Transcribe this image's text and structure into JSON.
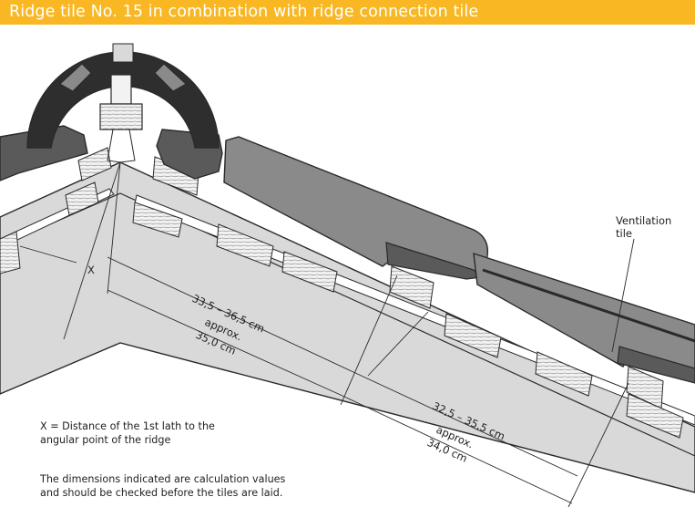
{
  "title": "Ridge tile No. 15 in combination with ridge connection tile",
  "labels": {
    "ventilation_line1": "Ventilation",
    "ventilation_line2": "tile",
    "x": "X",
    "dim1": "33,5 – 36,5 cm",
    "dim1_approx": "approx.",
    "dim1_approx_value": "35,0 cm",
    "dim2": "32,5 – 35,5 cm",
    "dim2_approx": "approx.",
    "dim2_approx_value": "34,0 cm"
  },
  "notes": {
    "x_definition_line1": "X = Distance of the 1st lath to the",
    "x_definition_line2": "angular point of the ridge",
    "dimensions_note_line1": "The dimensions indicated are calculation values",
    "dimensions_note_line2": "and should be checked before the tiles are laid."
  },
  "colors": {
    "header": "#f8b723",
    "roof_fill": "#d9d9d9",
    "tile_dark": "#5a5a5a",
    "tile_mid": "#8a8a8a",
    "outline": "#2a2a2a"
  }
}
